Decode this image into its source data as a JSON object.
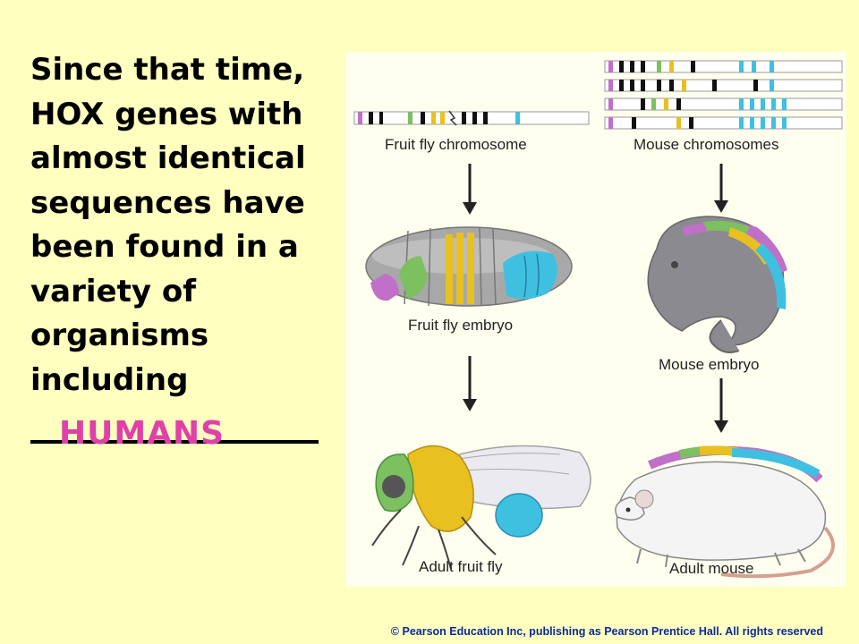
{
  "slide": {
    "text_lines": [
      "Since that time,",
      "HOX genes with",
      "almost identical",
      "sequences have",
      "been found in a",
      "variety of",
      "organisms",
      "including"
    ],
    "answer": "HUMANS",
    "copyright": "© Pearson Education Inc, publishing as Pearson Prentice Hall. All rights reserved"
  },
  "figure": {
    "labels": {
      "fly_chromosome": "Fruit fly chromosome",
      "mouse_chromosomes": "Mouse chromosomes",
      "fly_embryo": "Fruit fly embryo",
      "mouse_embryo": "Mouse embryo",
      "adult_fly": "Adult fruit fly",
      "adult_mouse": "Adult mouse"
    },
    "colors": {
      "purple": "#c070c8",
      "green": "#7cc060",
      "yellow": "#e8c020",
      "cyan": "#40c0e0",
      "black": "#111111"
    }
  }
}
